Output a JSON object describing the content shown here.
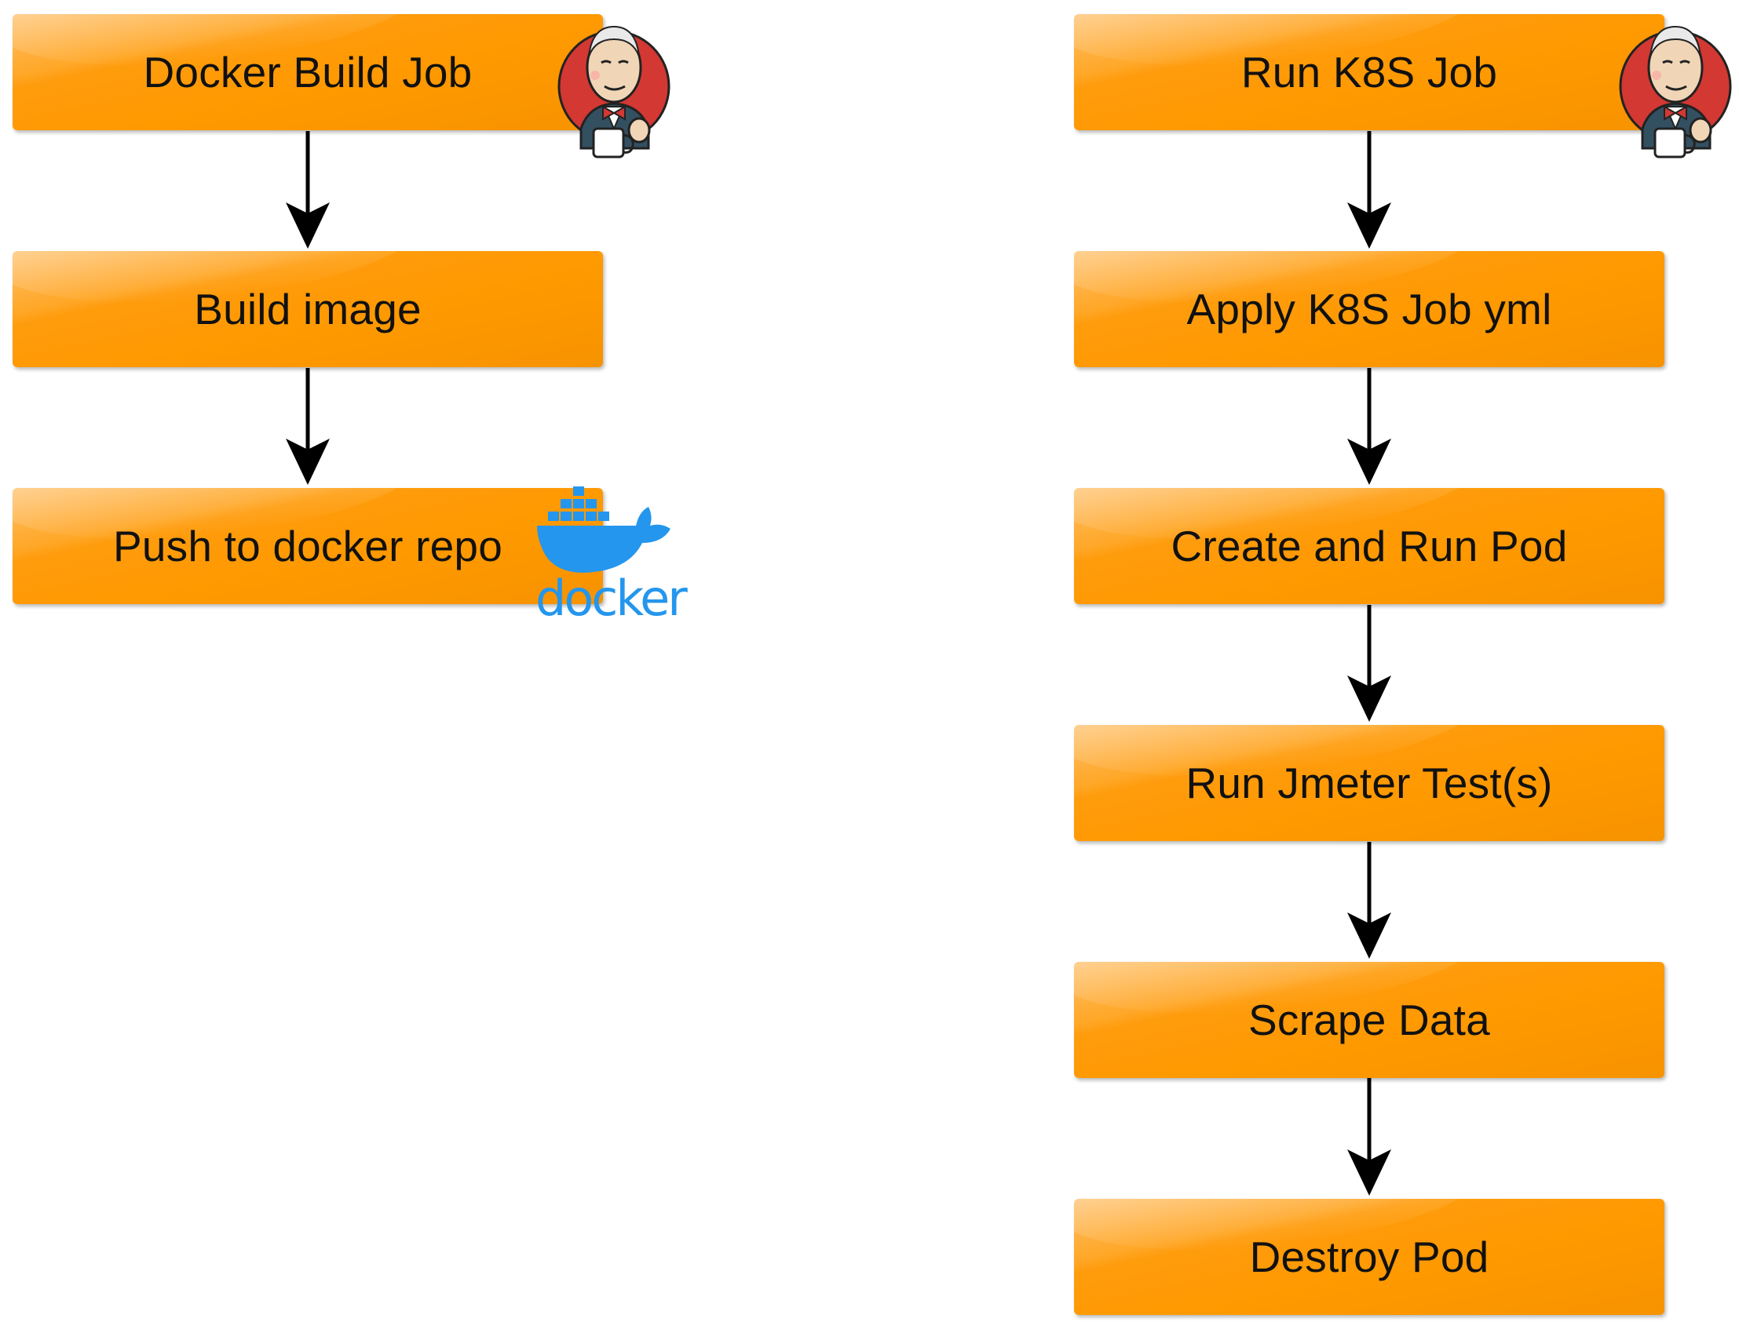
{
  "diagram": {
    "left_flow": {
      "nodes": [
        {
          "id": "docker-build-job",
          "label": "Docker Build Job"
        },
        {
          "id": "build-image",
          "label": "Build image"
        },
        {
          "id": "push-to-docker-repo",
          "label": "Push to docker repo"
        }
      ]
    },
    "right_flow": {
      "nodes": [
        {
          "id": "run-k8s-job",
          "label": "Run K8S Job"
        },
        {
          "id": "apply-k8s-job-yml",
          "label": "Apply K8S Job yml"
        },
        {
          "id": "create-and-run-pod",
          "label": "Create and Run Pod"
        },
        {
          "id": "run-jmeter-tests",
          "label": "Run Jmeter Test(s)"
        },
        {
          "id": "scrape-data",
          "label": "Scrape Data"
        },
        {
          "id": "destroy-pod",
          "label": "Destroy Pod"
        }
      ]
    },
    "logos": {
      "docker_wordmark": "docker",
      "jenkins_icon": "jenkins-butler-icon",
      "docker_icon": "docker-whale-icon"
    },
    "colors": {
      "box_fill": "#FF9900",
      "arrow": "#000000",
      "docker_blue": "#2496ED",
      "jenkins_red": "#D33833"
    }
  }
}
